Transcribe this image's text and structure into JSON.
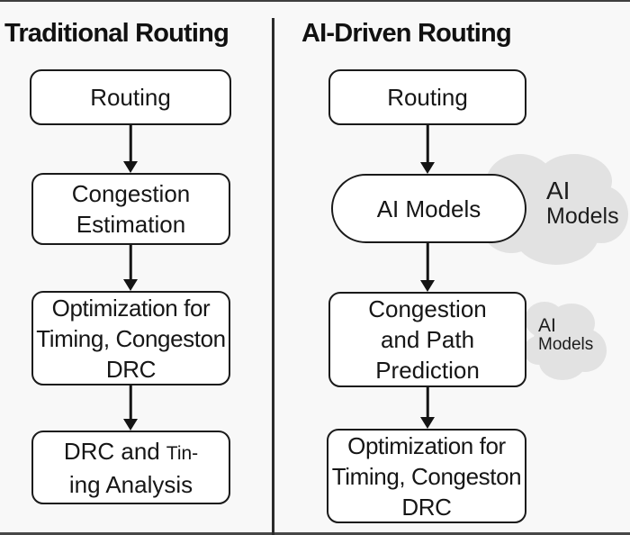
{
  "left_column": {
    "heading": "Traditional Routing",
    "boxes": [
      {
        "lines": [
          "Routing"
        ]
      },
      {
        "lines": [
          "Congestion",
          "Estimation"
        ]
      },
      {
        "lines": [
          "Optimization for",
          "Timing, Congeston",
          "DRC"
        ]
      },
      {
        "line1_main": "DRC and",
        "line1_small": "Tin-",
        "line2": "ing Analysis"
      }
    ]
  },
  "right_column": {
    "heading": "AI-Driven Routing",
    "boxes": [
      {
        "lines": [
          "Routing"
        ]
      },
      {
        "lines": [
          "AI Models"
        ]
      },
      {
        "lines": [
          "Congestion",
          "and Path",
          "Prediction"
        ]
      },
      {
        "lines": [
          "Optimization for",
          "Timing, Congeston",
          "DRC"
        ]
      }
    ],
    "cloud_labels": [
      {
        "line1": "AI",
        "line2": "Models"
      },
      {
        "line1": "AI",
        "line2": "Models"
      }
    ]
  },
  "colors": {
    "background": "#f8f8f8",
    "box_fill": "#ffffff",
    "stroke": "#1a1a1a",
    "cloud_fill": "#e2e2e2"
  }
}
